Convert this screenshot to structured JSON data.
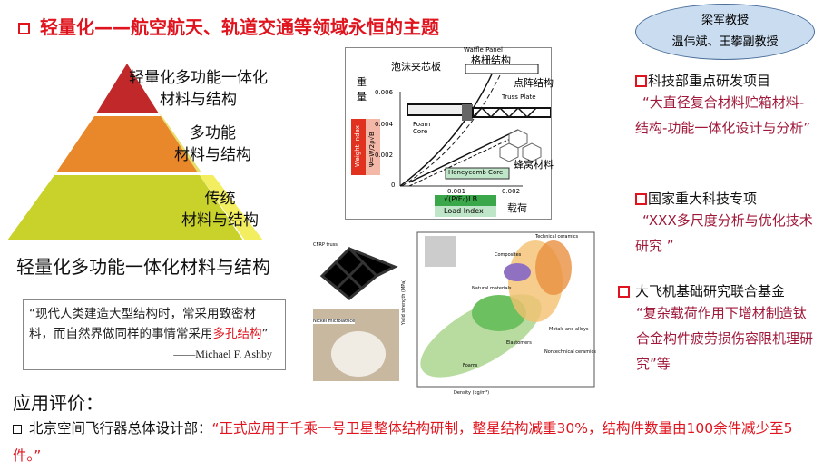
{
  "title": "轻量化——航空航天、轨道交通等领域永恒的主题",
  "pyramid": [
    {
      "line1": "轻量化多功能一体化",
      "line2": "材料与结构",
      "color": "#c0282a"
    },
    {
      "line1": "多功能",
      "line2": "材料与结构",
      "color": "#e8882a"
    },
    {
      "line1": "传统",
      "line2": "材料与结构",
      "color": "#c8d22a"
    }
  ],
  "subtitle": "轻量化多功能一体化材料与结构",
  "quote": {
    "text": "“现代人类建造大型结构时，常采用致密材料，而自然界做同样的事情常采用",
    "highlight": "多孔结构",
    "end": "”",
    "author": "——Michael F. Ashby"
  },
  "figure1": {
    "foam": "泡沫夹芯板",
    "waffle": "Waffle Panel",
    "waffle_cn": "格栅结构",
    "truss": "Truss Plate",
    "truss_cn": "点阵结构",
    "foam_core": "Foam Core",
    "honeycomb": "Honeycomb Core",
    "honeycomb_cn": "蜂窝材料",
    "ylabel_cn": "重量",
    "weight_index": "Weight Index",
    "weight_formula": "Ψ=W/2ρ√B",
    "yticks": [
      "0",
      "0.002",
      "0.004",
      "0.006"
    ],
    "xticks": [
      "0.001",
      "0.002"
    ],
    "load_formula": "√(P/E₀)LB",
    "load_index": "Load Index",
    "xlabel_cn": "载荷"
  },
  "figure2": {
    "ctrp": "CFRP truss",
    "nickel": "Nickel microlattice",
    "xlabel": "Density (kg/m³)",
    "ylabel": "Yield strength (MPa)",
    "labels": [
      "Technical ceramics",
      "Composites",
      "Natural materials",
      "Metals and alloys",
      "Elastomers",
      "Foams",
      "Nontechnical ceramics"
    ]
  },
  "advisors": {
    "line1": "梁军教授",
    "line2": "温伟斌、王攀副教授"
  },
  "projects": [
    {
      "head": "科技部重点研发项目",
      "body": "“大直径复合材料贮箱材料-结构-功能一体化设计与分析”"
    },
    {
      "head": "国家重大科技专项",
      "body": "“XXX多尺度分析与优化技术研究 ”"
    },
    {
      "head": "大飞机基础研究联合基金",
      "body": "“复杂载荷作用下增材制造钛合金构件疲劳损伤容限机理研究”等"
    }
  ],
  "application": {
    "heading": "应用评价：",
    "org": "北京空间飞行器总体设计部：",
    "text": "“正式应用于千乘一号卫星整体结构研制，整星结构减重30%，结构件数量由100余件减少至5件。”"
  }
}
